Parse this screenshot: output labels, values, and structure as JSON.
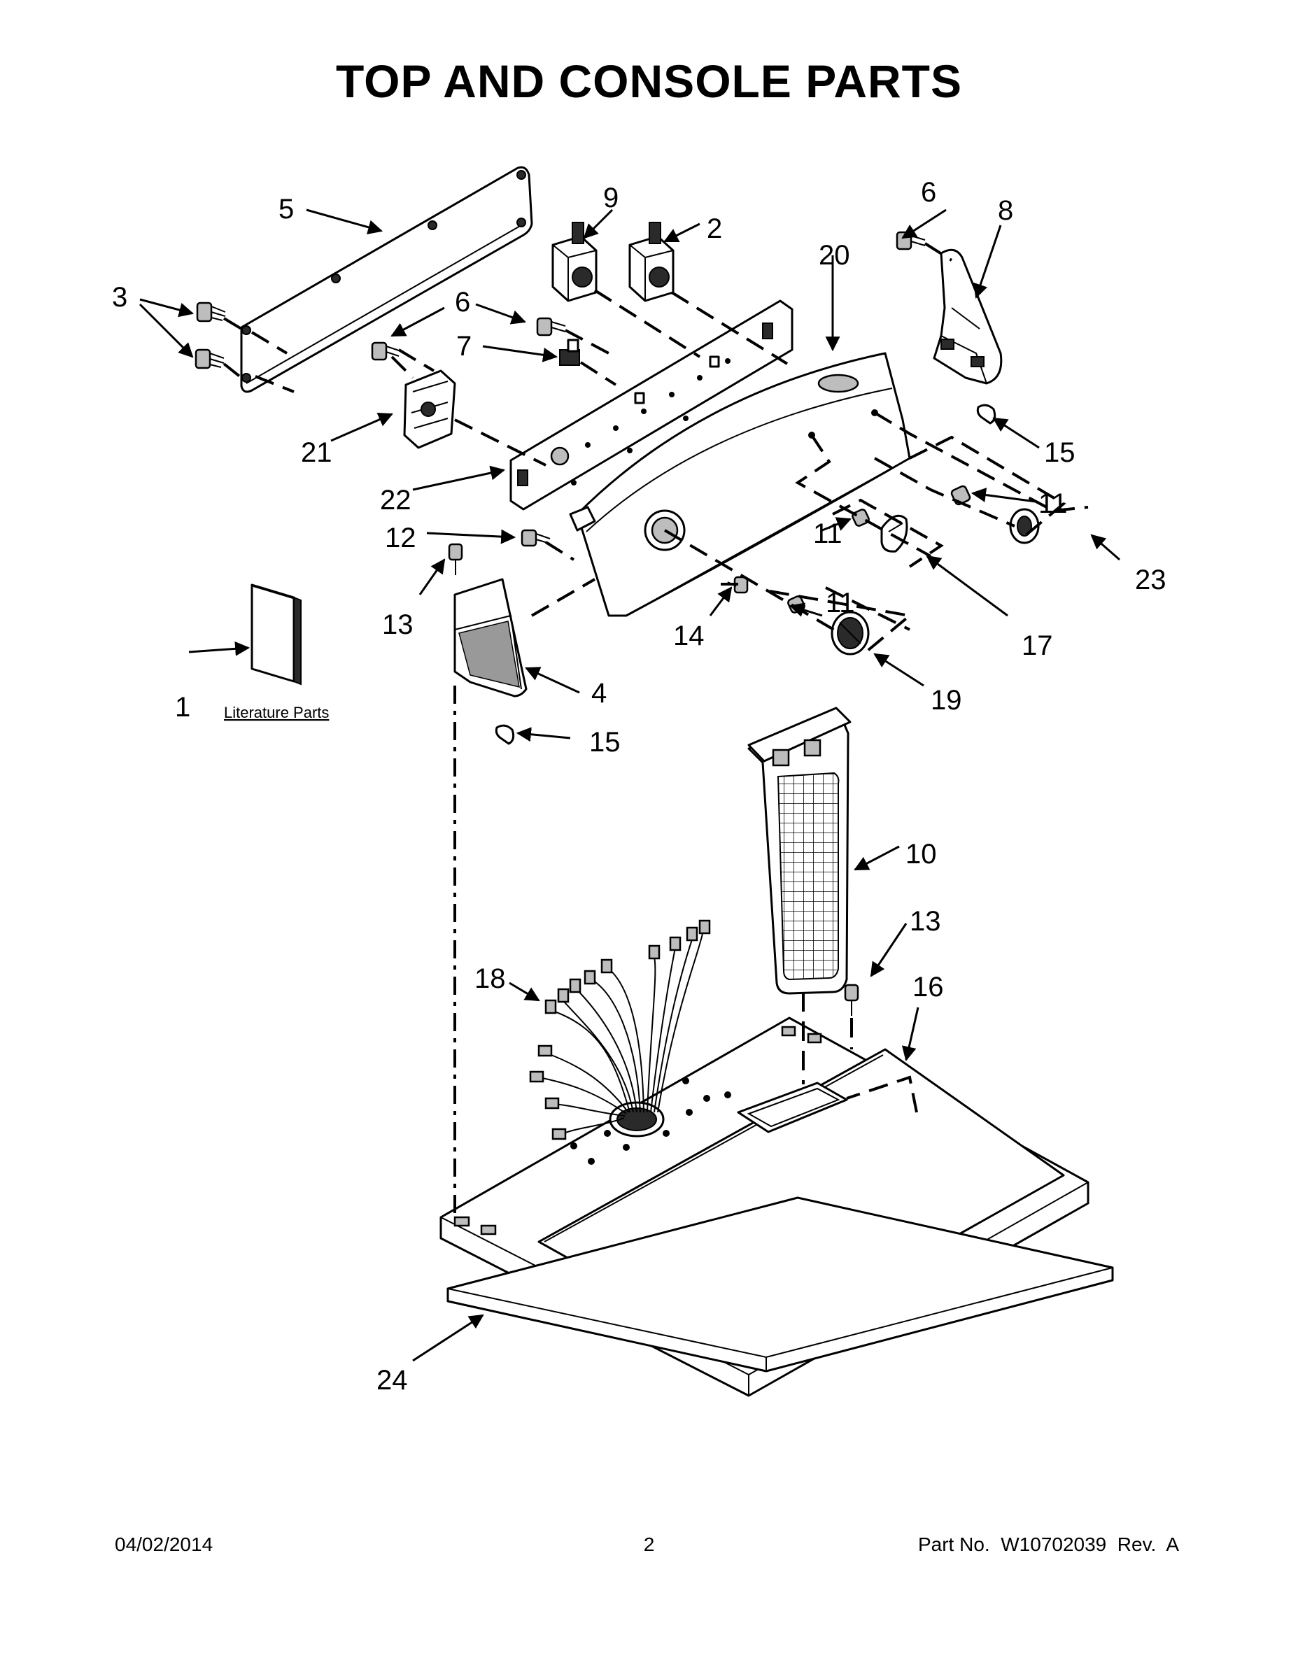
{
  "title": "TOP AND CONSOLE PARTS",
  "literature_label": "Literature Parts",
  "callouts": {
    "c1": "1",
    "c2": "2",
    "c3": "3",
    "c4": "4",
    "c5": "5",
    "c6a": "6",
    "c6b": "6",
    "c7": "7",
    "c8": "8",
    "c9": "9",
    "c10": "10",
    "c11a": "11",
    "c11b": "11",
    "c11c": "11",
    "c12": "12",
    "c13a": "13",
    "c13b": "13",
    "c14": "14",
    "c15a": "15",
    "c15b": "15",
    "c16": "16",
    "c17": "17",
    "c18": "18",
    "c19": "19",
    "c20": "20",
    "c21": "21",
    "c22": "22",
    "c23": "23",
    "c24": "24"
  },
  "footer": {
    "date": "04/02/2014",
    "page": "2",
    "part_no": "Part No.  W10702039  Rev.  A"
  }
}
